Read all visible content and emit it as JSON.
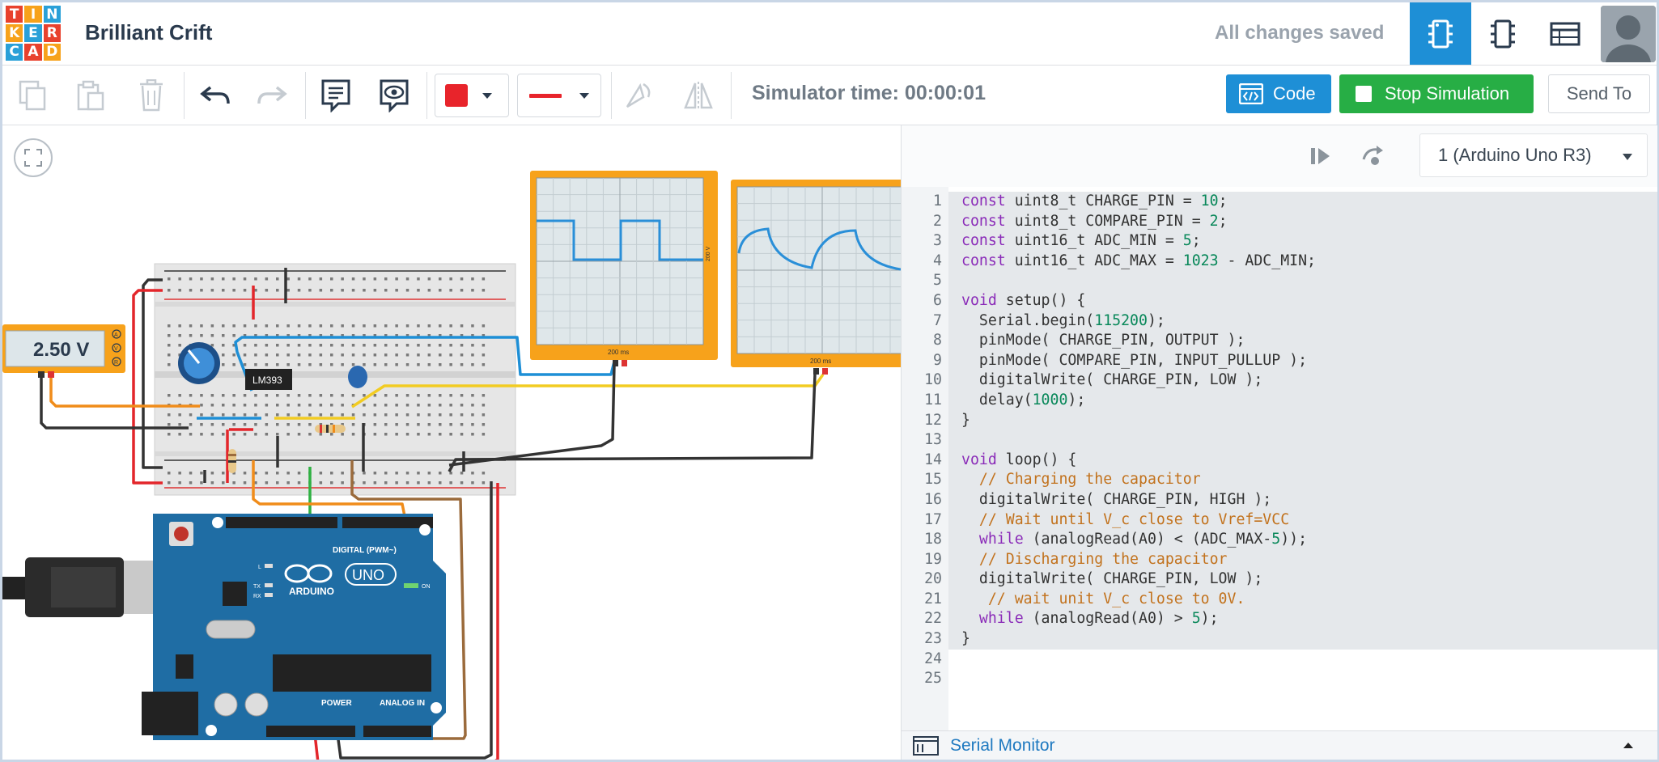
{
  "app": {
    "logo_letters": [
      "T",
      "I",
      "N",
      "K",
      "E",
      "R",
      "C",
      "A",
      "D"
    ],
    "logo_colors": [
      "#e8412d",
      "#f7a21b",
      "#2aa0d8",
      "#f7a21b",
      "#2aa0d8",
      "#e8412d",
      "#2aa0d8",
      "#e8412d",
      "#f7a21b"
    ],
    "project_title": "Brilliant Crift",
    "save_status": "All changes saved"
  },
  "toolbar": {
    "simulator_time": "Simulator time: 00:00:01",
    "code_label": "Code",
    "stop_label": "Stop Simulation",
    "send_label": "Send To",
    "fill_color": "#e8242b",
    "line_color": "#e8242b"
  },
  "canvas": {
    "multimeter_reading": "2.50 V",
    "multimeter_modes": [
      "A",
      "V",
      "R"
    ],
    "ic_label": "LM393",
    "scope1_label": "200 ms",
    "scope1_side": "200 V",
    "scope2_label": "200 ms",
    "arduino": {
      "digital_label": "DIGITAL (PWM~)",
      "brand": "ARDUINO",
      "model": "UNO",
      "on_label": "ON",
      "power_label": "POWER",
      "analog_label": "ANALOG IN",
      "tx": "TX",
      "rx": "RX",
      "l": "L"
    }
  },
  "code_panel": {
    "device": "1 (Arduino Uno R3)",
    "serial_monitor": "Serial Monitor",
    "line_numbers": [
      "1",
      "2",
      "3",
      "4",
      "5",
      "6",
      "7",
      "8",
      "9",
      "10",
      "11",
      "12",
      "13",
      "14",
      "15",
      "16",
      "17",
      "18",
      "19",
      "20",
      "21",
      "22",
      "23",
      "24",
      "25"
    ],
    "lines": [
      "const uint8_t CHARGE_PIN = 10;",
      "const uint8_t COMPARE_PIN = 2;",
      "const uint16_t ADC_MIN = 5;",
      "const uint16_t ADC_MAX = 1023 - ADC_MIN;",
      "",
      "void setup() {",
      "  Serial.begin(115200);",
      "  pinMode( CHARGE_PIN, OUTPUT );",
      "  pinMode( COMPARE_PIN, INPUT_PULLUP );",
      "  digitalWrite( CHARGE_PIN, LOW );",
      "  delay(1000);",
      "}",
      "",
      "void loop() {",
      "  // Charging the capacitor",
      "  digitalWrite( CHARGE_PIN, HIGH );",
      "  // Wait until V_c close to Vref=VCC",
      "  while (analogRead(A0) < (ADC_MAX-5));",
      "  // Discharging the capacitor",
      "  digitalWrite( CHARGE_PIN, LOW );",
      "   // wait unit V_c close to 0V.",
      "  while (analogRead(A0) > 5);",
      "}",
      "",
      ""
    ]
  }
}
